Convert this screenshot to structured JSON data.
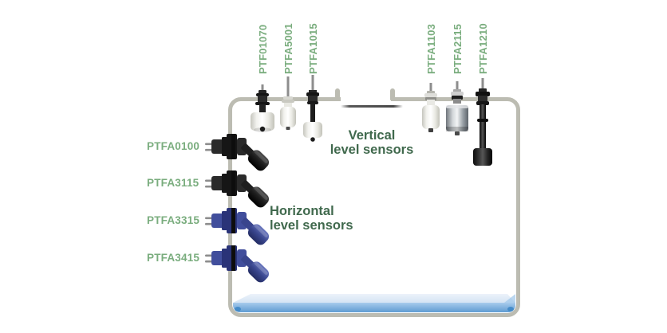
{
  "headings": {
    "vertical": {
      "line1": "Vertical",
      "line2": "level sensors"
    },
    "horizontal": {
      "line1": "Horizontal",
      "line2": "level sensors"
    }
  },
  "vertical_sensors": [
    {
      "label": "PTF01070",
      "float_color": "white"
    },
    {
      "label": "PTFA5001",
      "float_color": "white"
    },
    {
      "label": "PTFA1015",
      "float_color": "white"
    },
    {
      "label": "PTFA1103",
      "float_color": "white"
    },
    {
      "label": "PTFA2115",
      "float_color": "steel"
    },
    {
      "label": "PTFA1210",
      "float_color": "black"
    }
  ],
  "horizontal_sensors": [
    {
      "label": "PTFA0100",
      "body_color": "black"
    },
    {
      "label": "PTFA3115",
      "body_color": "black"
    },
    {
      "label": "PTFA3315",
      "body_color": "blue"
    },
    {
      "label": "PTFA3415",
      "body_color": "blue"
    }
  ],
  "colors": {
    "label_green": "#7aad7e",
    "heading_green": "#40694d",
    "tank_gray": "#bcbcb2",
    "water_front_blue": "#74a9d9",
    "water_surface_blue": "#d9e7f5",
    "sensor_black": "#222222",
    "sensor_blue": "#414e9c",
    "steel": "#aeb4b9"
  }
}
